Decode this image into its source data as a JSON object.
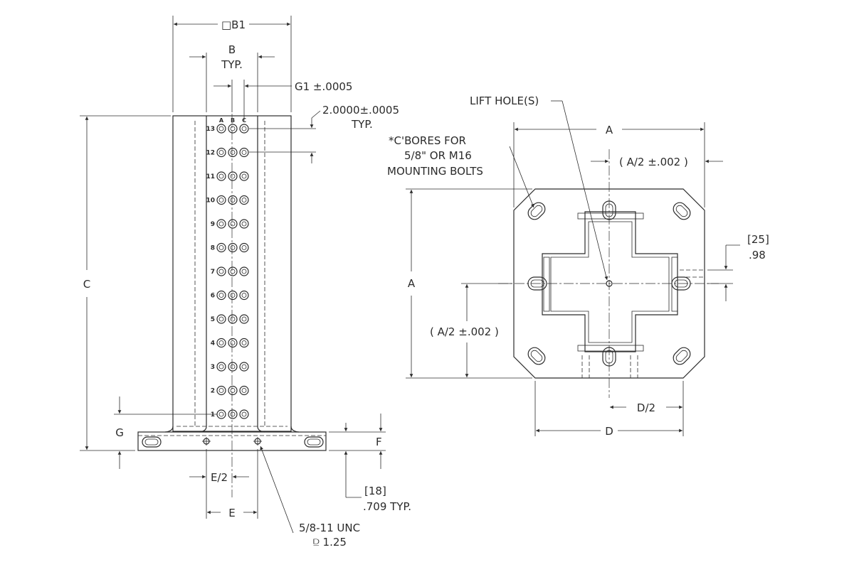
{
  "front_view": {
    "labels": {
      "b1": "□B1",
      "b": "B",
      "typ": "TYP.",
      "g1": "G1 ±.0005",
      "pitch": "2.0000±.0005",
      "pitch_typ": "TYP.",
      "c": "C",
      "g": "G",
      "f": "F",
      "e_half": "E/2",
      "e": "E",
      "base_mm": "[18]",
      "base_in": ".709 TYP.",
      "thread": "5/8-11 UNC",
      "thread_depth": "⫒ 1.25"
    },
    "columns": [
      "A",
      "B",
      "C"
    ],
    "rows": [
      "13",
      "12",
      "11",
      "10",
      "9",
      "8",
      "7",
      "6",
      "5",
      "4",
      "3",
      "2",
      "1"
    ]
  },
  "top_view": {
    "labels": {
      "lift_hole": "LIFT HOLE(S)",
      "cbore_1": "*C'BORES FOR",
      "cbore_2": "5/8\" OR M16",
      "cbore_3": "MOUNTING BOLTS",
      "a_top": "A",
      "a_half_top": "( A/2 ±.002 )",
      "a_left": "A",
      "a_half_left": "( A/2 ±.002 )",
      "offset_mm": "[25]",
      "offset_in": ".98",
      "d_half": "D/2",
      "d": "D"
    }
  }
}
